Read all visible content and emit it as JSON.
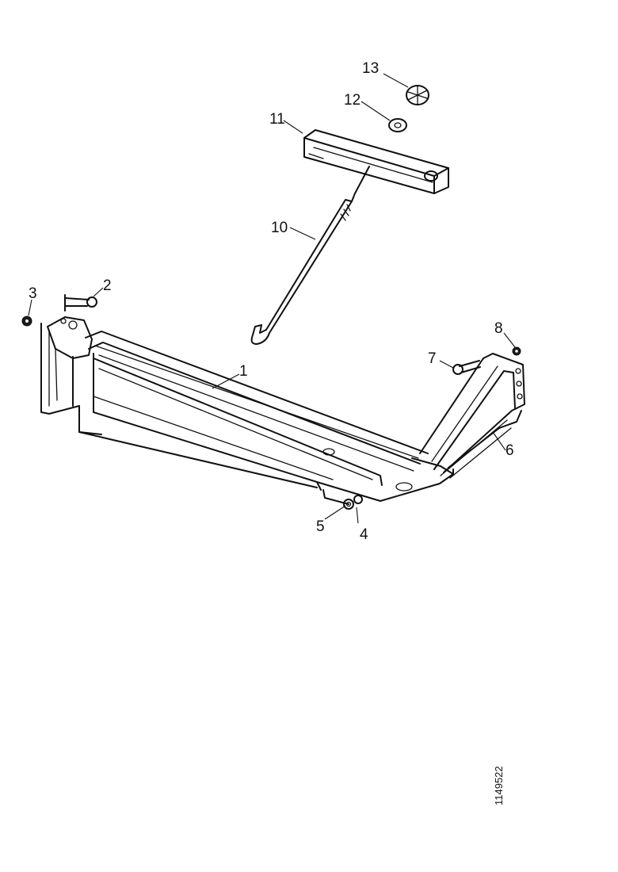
{
  "diagram": {
    "callouts": {
      "c1": "1",
      "c2": "2",
      "c3": "3",
      "c4": "4",
      "c5": "5",
      "c6": "6",
      "c7": "7",
      "c8": "8",
      "c10": "10",
      "c11": "11",
      "c12": "12",
      "c13": "13"
    },
    "document_number": "1149522"
  }
}
